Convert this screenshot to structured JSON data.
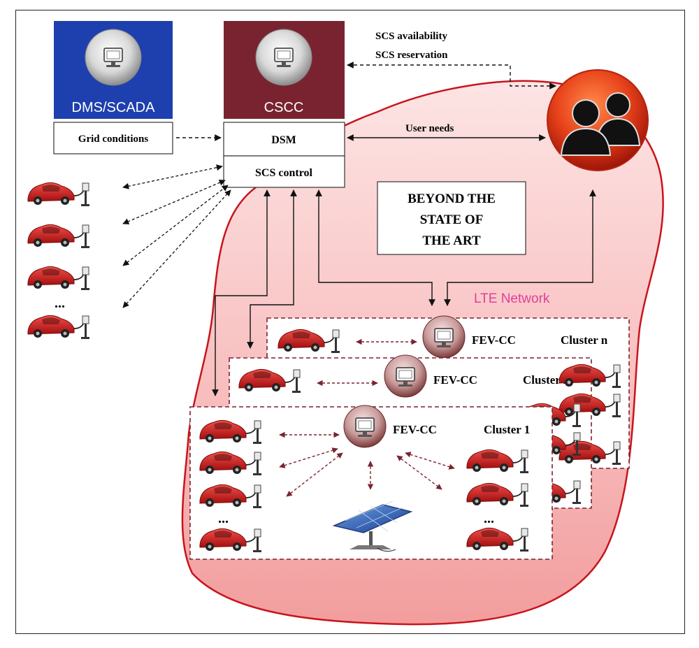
{
  "dms_scada": {
    "label": "DMS/SCADA",
    "color": "#1e3fae"
  },
  "cscc": {
    "label": "CSCC",
    "color": "#7a2330"
  },
  "grid_conditions": "Grid conditions",
  "dsm": "DSM",
  "scs_control": "SCS control",
  "scs_availability": "SCS availability",
  "scs_reservation": "SCS reservation",
  "user_needs": "User needs",
  "beyond": {
    "line1": "BEYOND THE",
    "line2": "STATE OF",
    "line3": "THE ART"
  },
  "lte_network": "LTE Network",
  "fev_cc": "FEV-CC",
  "clusters": [
    {
      "label": "Cluster n"
    },
    {
      "label": "Cluster 2"
    },
    {
      "label": "Cluster 1"
    }
  ],
  "ellipsis": "...",
  "colors": {
    "cloud": "#f8c4c4",
    "cloud_border": "#c8141c",
    "car": "#d01e1e",
    "lte": "#e0409a",
    "dash": "#7a2330"
  }
}
